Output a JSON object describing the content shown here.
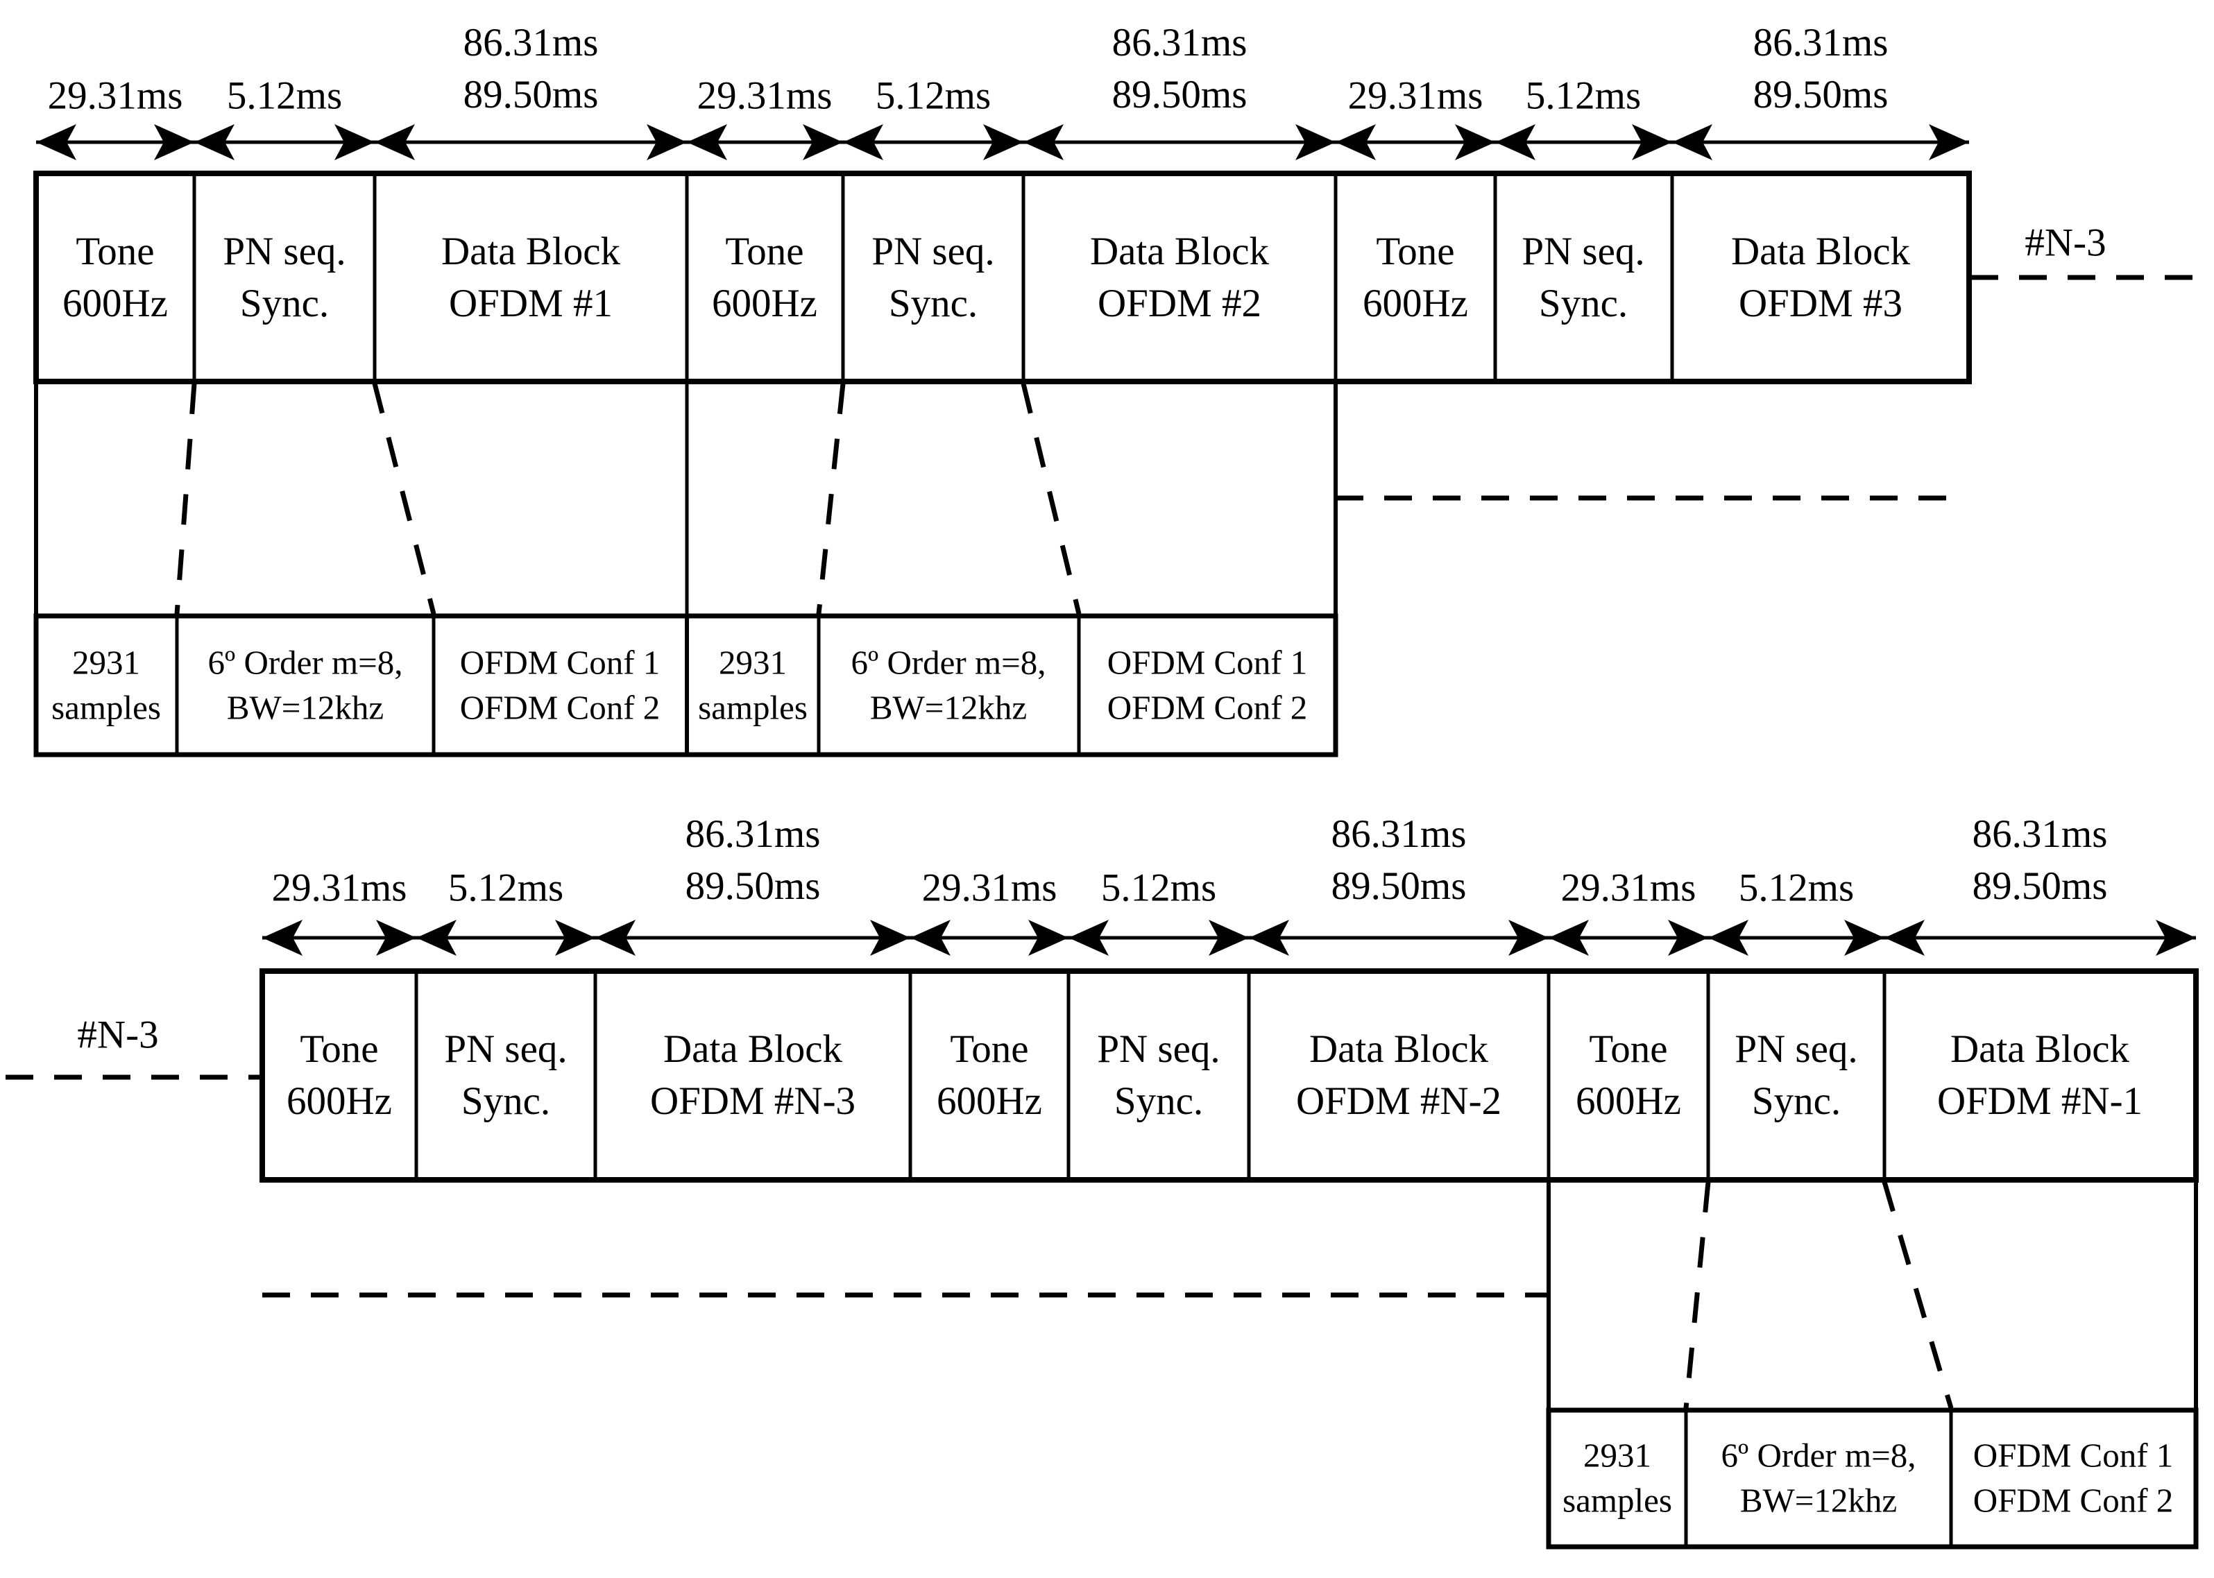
{
  "colors": {
    "ink": "#000000",
    "background": "#ffffff"
  },
  "timing_labels": {
    "tone_duration": "29.31ms",
    "pn_duration": "5.12ms",
    "data_duration_line1": "86.31ms",
    "data_duration_line2": "89.50ms"
  },
  "frame_top": {
    "continuation_label": "#N-3",
    "groups": [
      {
        "tone1": "Tone",
        "tone2": "600Hz",
        "pn1": "PN seq.",
        "pn2": "Sync.",
        "data1": "Data Block",
        "data2": "OFDM #1"
      },
      {
        "tone1": "Tone",
        "tone2": "600Hz",
        "pn1": "PN seq.",
        "pn2": "Sync.",
        "data1": "Data Block",
        "data2": "OFDM #2"
      },
      {
        "tone1": "Tone",
        "tone2": "600Hz",
        "pn1": "PN seq.",
        "pn2": "Sync.",
        "data1": "Data Block",
        "data2": "OFDM #3"
      }
    ],
    "details": [
      {
        "l1": "2931",
        "l2": "samples"
      },
      {
        "l1": "6º Order m=8,",
        "l2": "BW=12khz"
      },
      {
        "l1": "OFDM Conf 1",
        "l2": "OFDM Conf 2"
      },
      {
        "l1": "2931",
        "l2": "samples"
      },
      {
        "l1": "6º Order m=8,",
        "l2": "BW=12khz"
      },
      {
        "l1": "OFDM Conf 1",
        "l2": "OFDM Conf 2"
      }
    ]
  },
  "frame_bottom": {
    "continuation_label": "#N-3",
    "groups": [
      {
        "tone1": "Tone",
        "tone2": "600Hz",
        "pn1": "PN seq.",
        "pn2": "Sync.",
        "data1": "Data Block",
        "data2": "OFDM #N-3"
      },
      {
        "tone1": "Tone",
        "tone2": "600Hz",
        "pn1": "PN seq.",
        "pn2": "Sync.",
        "data1": "Data Block",
        "data2": "OFDM #N-2"
      },
      {
        "tone1": "Tone",
        "tone2": "600Hz",
        "pn1": "PN seq.",
        "pn2": "Sync.",
        "data1": "Data Block",
        "data2": "OFDM #N-1"
      }
    ],
    "details": [
      {
        "l1": "2931",
        "l2": "samples"
      },
      {
        "l1": "6º Order m=8,",
        "l2": "BW=12khz"
      },
      {
        "l1": "OFDM Conf 1",
        "l2": "OFDM Conf 2"
      }
    ]
  }
}
